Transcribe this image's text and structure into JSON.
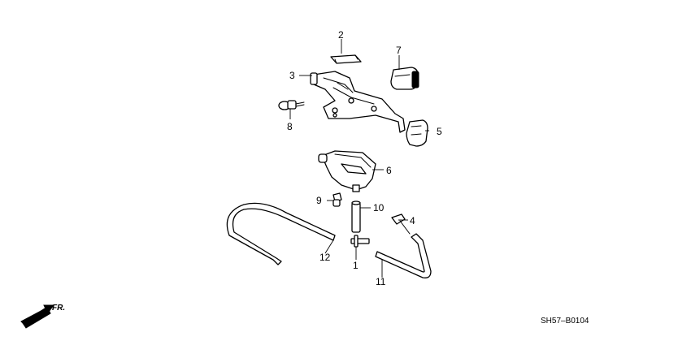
{
  "diagram": {
    "callouts": [
      {
        "id": "2",
        "label": "2"
      },
      {
        "id": "7",
        "label": "7"
      },
      {
        "id": "3",
        "label": "3"
      },
      {
        "id": "8",
        "label": "8"
      },
      {
        "id": "5",
        "label": "5"
      },
      {
        "id": "6",
        "label": "6"
      },
      {
        "id": "9",
        "label": "9"
      },
      {
        "id": "10",
        "label": "10"
      },
      {
        "id": "4",
        "label": "4"
      },
      {
        "id": "12",
        "label": "12"
      },
      {
        "id": "1",
        "label": "1"
      },
      {
        "id": "11",
        "label": "11"
      }
    ],
    "front_indicator": "FR.",
    "diagram_code": "SH57–B0104"
  }
}
